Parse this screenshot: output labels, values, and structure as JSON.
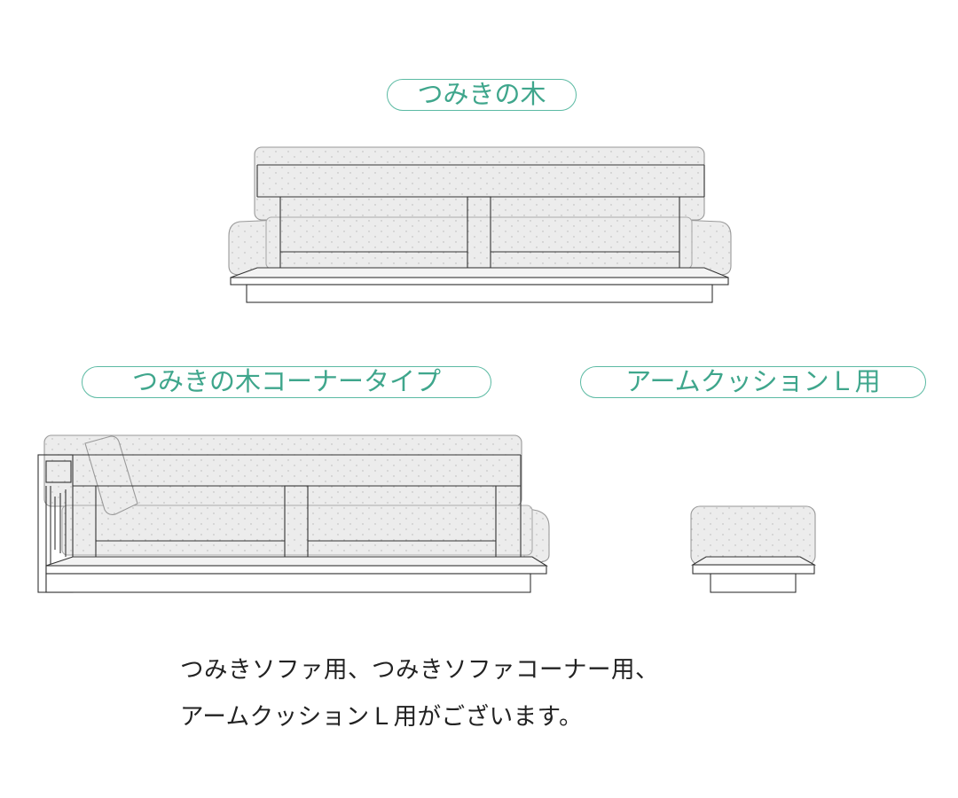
{
  "labels": {
    "sofa": "つみきの木",
    "corner": "つみきの木コーナータイプ",
    "arm_cushion": "アームクッションＬ用"
  },
  "caption": {
    "line1": "つみきソファ用、つみきソファコーナー用、",
    "line2": "アームクッションＬ用がございます。"
  },
  "colors": {
    "accent": "#3fa68c",
    "outline": "#333333",
    "cushion_fill": "#ececec"
  }
}
